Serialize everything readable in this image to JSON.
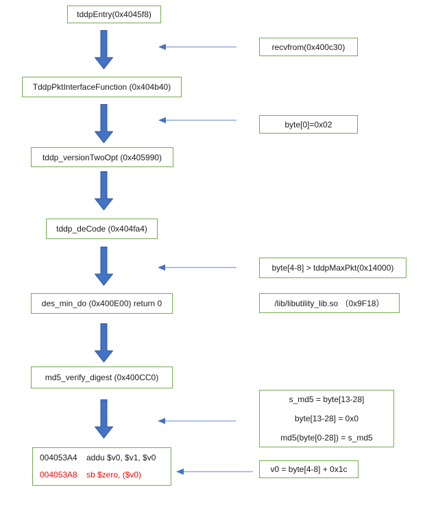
{
  "colors": {
    "box_border": "#70AD47",
    "arrow_fill": "#4472C4",
    "arrow_outline": "#2F5597",
    "line_color": "#8FAADC",
    "red_text": "#FF0000"
  },
  "flow": {
    "nodes": [
      {
        "label": "tddpEntry(0x4045f8)"
      },
      {
        "label": "TddpPktInterfaceFunction (0x404b40)"
      },
      {
        "label": "tddp_versionTwoOpt (0x405990)"
      },
      {
        "label": "tddp_deCode (0x404fa4)"
      },
      {
        "label": "des_min_do (0x400E00) return 0"
      },
      {
        "label": "md5_verify_digest (0x400CC0)"
      }
    ],
    "asm": {
      "line1": {
        "address": "004053A4",
        "instruction": "addu $v0, $v1, $v0"
      },
      "line2": {
        "address": "004053A8",
        "instruction": "sb $zero, ($v0)"
      }
    }
  },
  "annotations": {
    "recvfrom": {
      "label": "recvfrom(0x400c30)"
    },
    "byte0": {
      "label": "byte[0]=0x02"
    },
    "maxpkt": {
      "label": "byte[4-8] > tddpMaxPkt(0x14000)"
    },
    "library": {
      "label": "/lib/libutility_lib.so （0x9F18）"
    },
    "md5_block": {
      "line1": "s_md5 = byte[13-28]",
      "line2": "byte[13-28] = 0x0",
      "line3": "md5(byte[0-28]) = s_md5"
    },
    "v0": {
      "label": "v0 = byte[4-8] + 0x1c"
    }
  }
}
